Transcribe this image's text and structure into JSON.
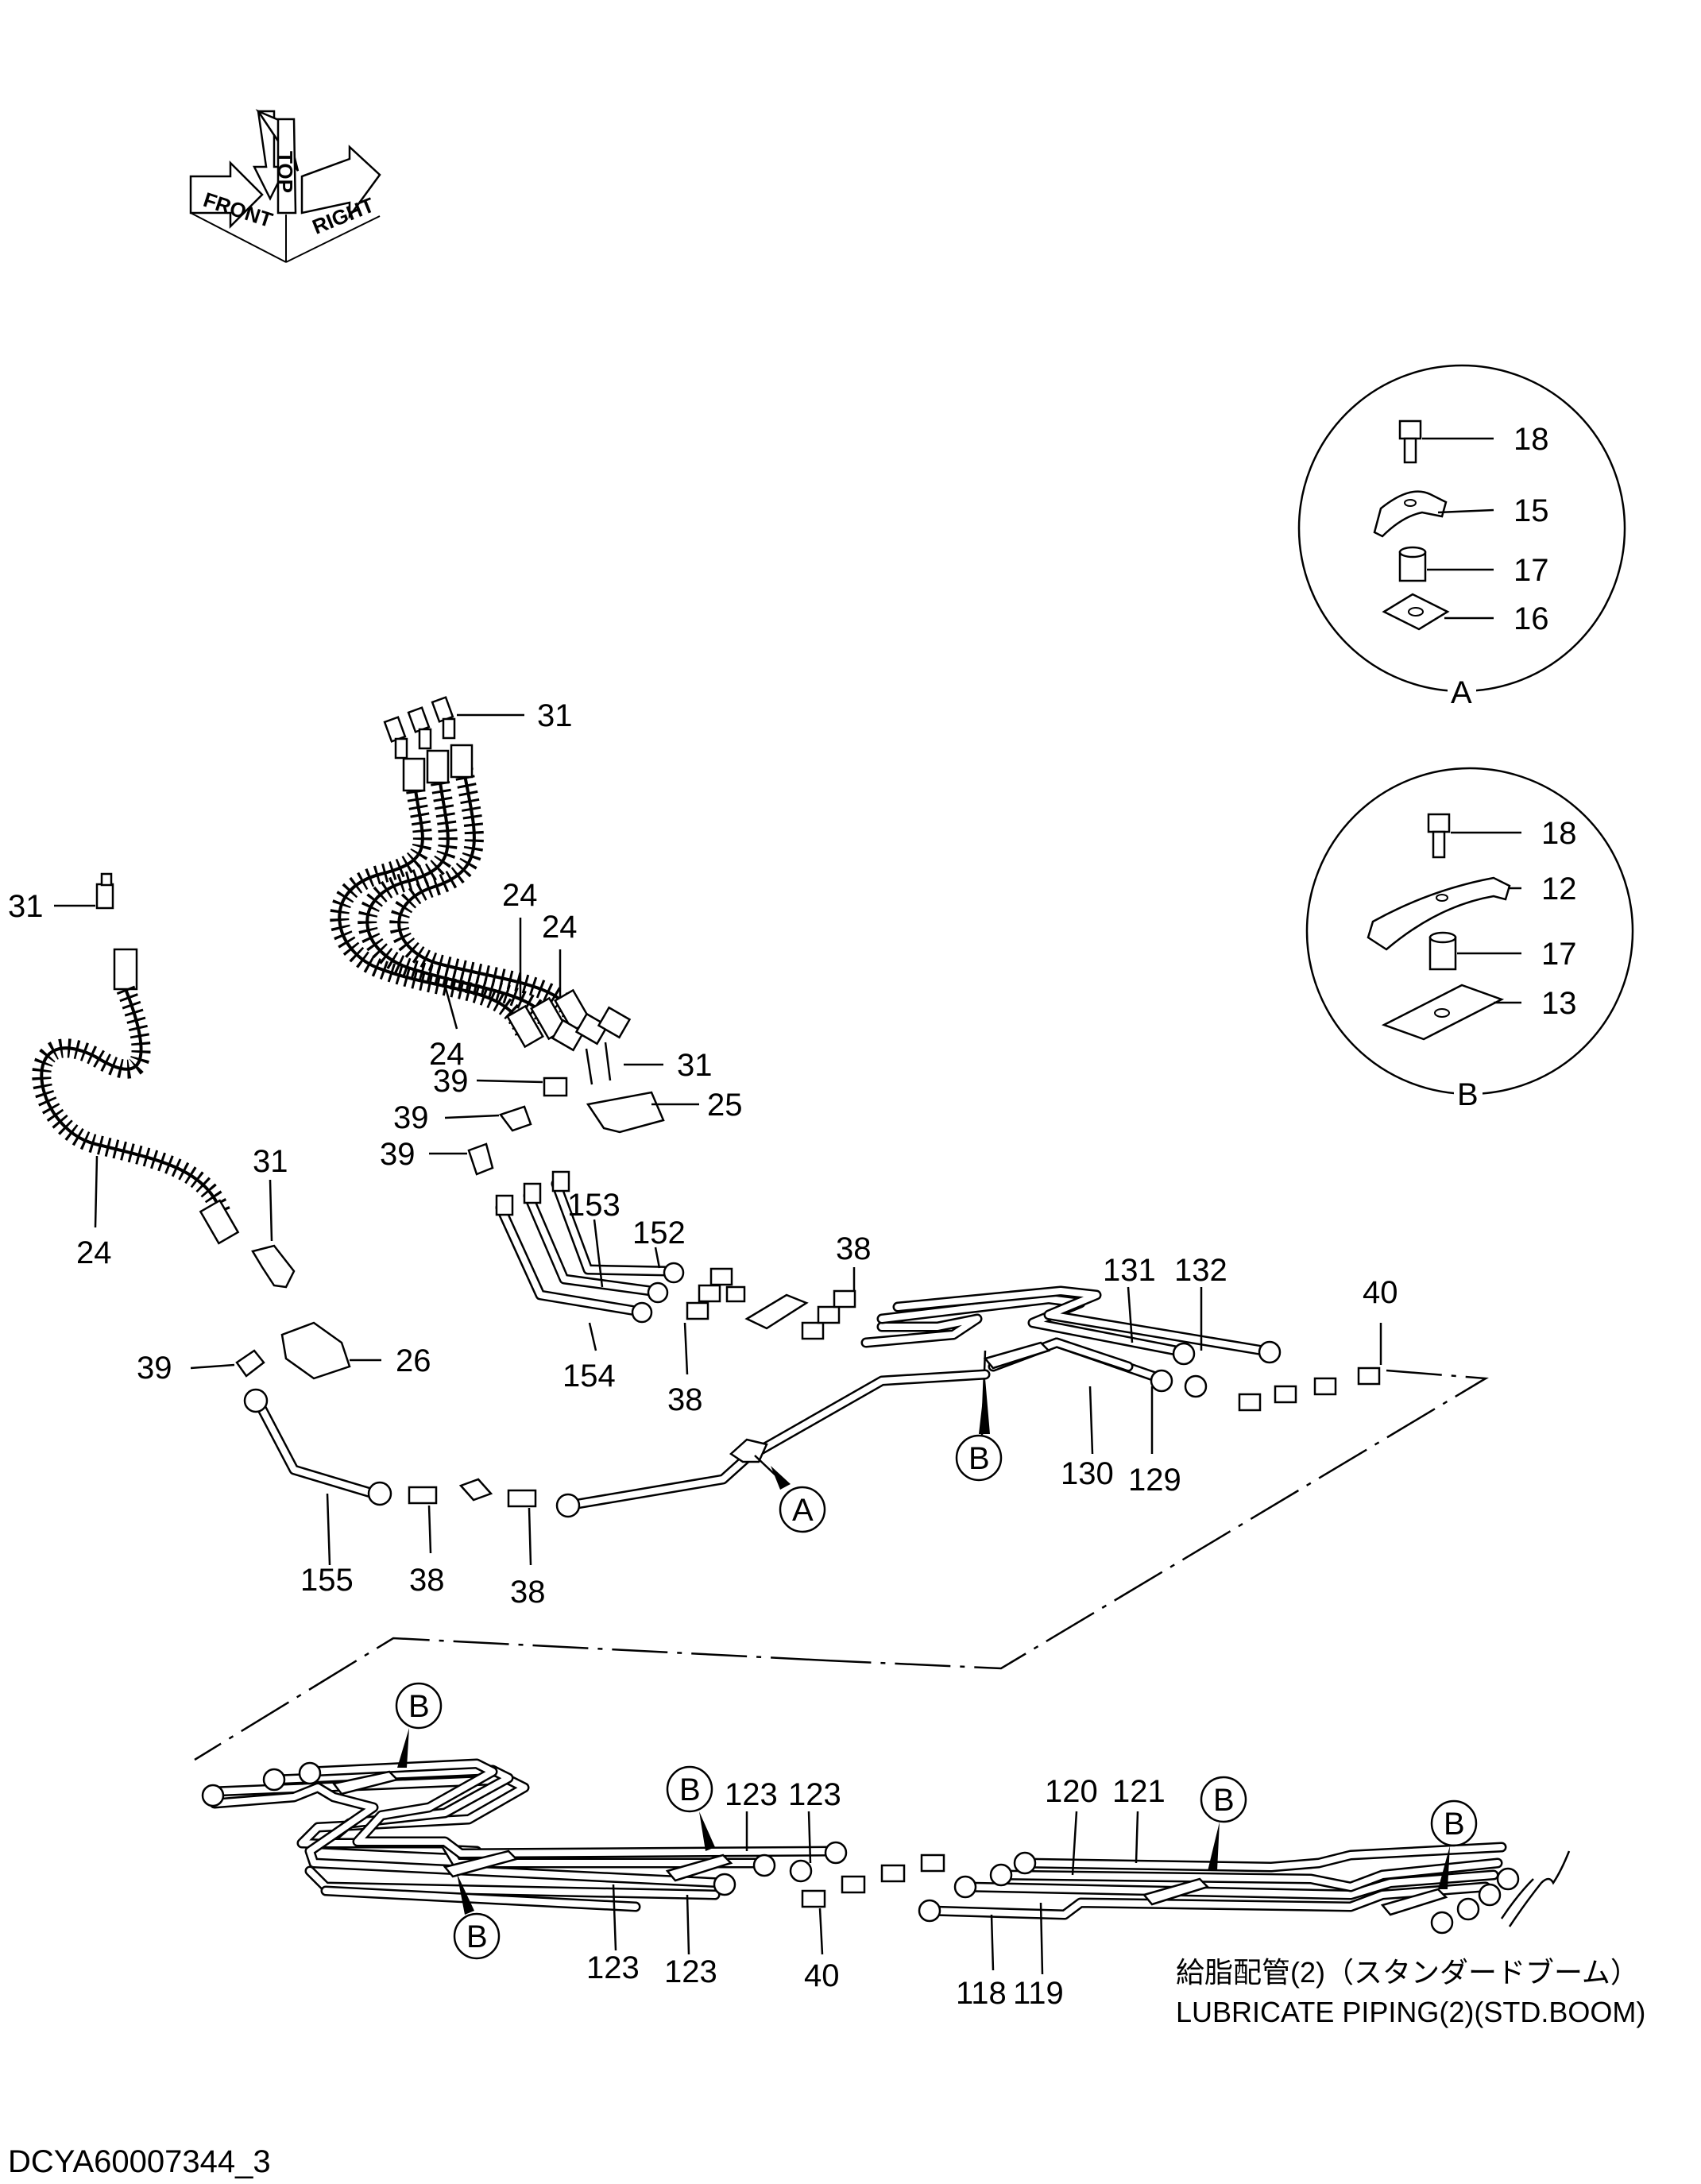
{
  "orientation_labels": {
    "front": "FRONT",
    "top": "TOP",
    "right": "RIGHT"
  },
  "callouts": {
    "detail_a_bolt": "18",
    "detail_a_clamp": "15",
    "detail_a_spacer": "17",
    "detail_a_plate": "16",
    "detail_b_bolt": "18",
    "detail_b_clamp": "12",
    "detail_b_spacer": "17",
    "detail_b_plate": "13",
    "fitting_top": "31",
    "fitting_left": "31",
    "hose_upper_a": "24",
    "hose_upper_b": "24",
    "hose_upper_c": "24",
    "fitting_lower": "31",
    "hose_left": "24",
    "elbow_left": "31",
    "elbow_a": "39",
    "elbow_b": "39",
    "elbow_c": "39",
    "bracket_upper": "25",
    "pipe_153": "153",
    "pipe_152": "152",
    "adapter_upper": "38",
    "pipe_131": "131",
    "pipe_132": "132",
    "adapter_right": "40",
    "elbow_d": "39",
    "bracket_lower": "26",
    "pipe_154": "154",
    "adapter_mid": "38",
    "pipe_130": "130",
    "pipe_129": "129",
    "pipe_155": "155",
    "adapter_low_a": "38",
    "adapter_low_b": "38",
    "pipe_123_a": "123",
    "pipe_123_b": "123",
    "pipe_120": "120",
    "pipe_121": "121",
    "pipe_123_c": "123",
    "pipe_123_d": "123",
    "adapter_bottom": "40",
    "pipe_118": "118",
    "pipe_119": "119"
  },
  "detail_markers": {
    "circle_a": "A",
    "circle_b": "B",
    "ref_a": "A",
    "ref_b_upper": "B",
    "ref_b_1": "B",
    "ref_b_2": "B",
    "ref_b_3": "B",
    "ref_b_4": "B",
    "ref_b_5": "B"
  },
  "caption": {
    "japanese": "給脂配管(2)（スタンダードブーム）",
    "english": "LUBRICATE  PIPING(2)(STD.BOOM)"
  },
  "drawing_id": "DCYA60007344_3"
}
